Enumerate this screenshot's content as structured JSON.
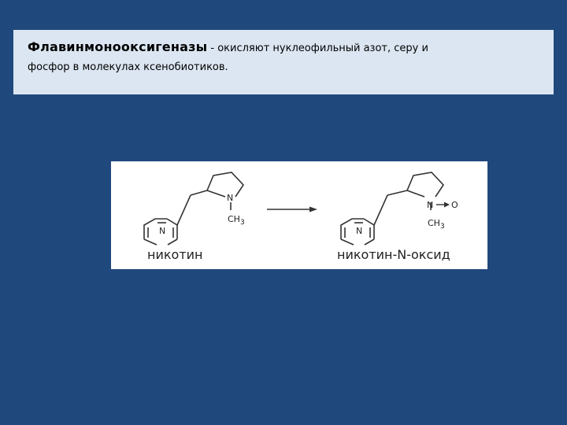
{
  "slide": {
    "heading": "Флавинмонооксигеназы",
    "line1_rest": " - окисляют нуклеофильный азот, серу и",
    "line2": "фосфор в молекулах ксенобиотиков."
  },
  "reaction": {
    "reactant": {
      "ring_n": "N",
      "amine_n": "N",
      "methyl": "CH",
      "methyl_sub": "3",
      "name": "никотин"
    },
    "product": {
      "ring_n": "N",
      "amine_n": "N",
      "oxygen": "O",
      "methyl": "CH",
      "methyl_sub": "3",
      "name": "никотин-N-оксид"
    }
  }
}
